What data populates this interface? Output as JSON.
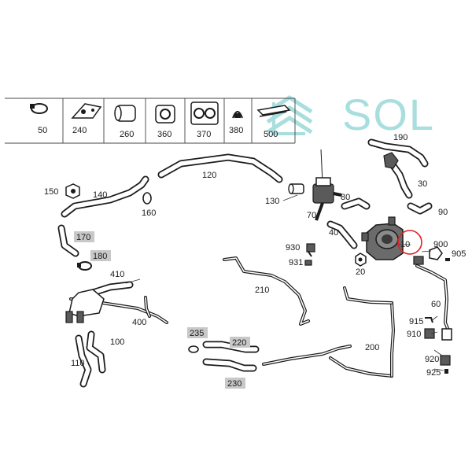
{
  "logo": {
    "text": "SOL"
  },
  "legend": {
    "items": [
      {
        "label": "50",
        "icon": "clamp-icon"
      },
      {
        "label": "240",
        "icon": "bracket-icon"
      },
      {
        "label": "260",
        "icon": "sleeve-icon"
      },
      {
        "label": "360",
        "icon": "grommet-icon"
      },
      {
        "label": "370",
        "icon": "holder-block-icon"
      },
      {
        "label": "380",
        "icon": "spring-clip-icon"
      },
      {
        "label": "500",
        "icon": "tie-strap-icon"
      }
    ]
  },
  "callouts": {
    "c10": "10",
    "c20": "20",
    "c30": "30",
    "c40": "40",
    "c60": "60",
    "c70": "70",
    "c80": "80",
    "c90": "90",
    "c100": "100",
    "c110": "110",
    "c120": "120",
    "c130": "130",
    "c140": "140",
    "c150": "150",
    "c160": "160",
    "c170": "170",
    "c180": "180",
    "c190": "190",
    "c200": "200",
    "c210": "210",
    "c220": "220",
    "c230": "230",
    "c235": "235",
    "c400": "400",
    "c410": "410",
    "c900": "900",
    "c905": "905",
    "c910": "910",
    "c915": "915",
    "c920": "920",
    "c925": "925",
    "c930": "930",
    "c931": "931"
  },
  "highlight": {
    "callout": "10",
    "color": "#e02020"
  },
  "colors": {
    "logo": "#a9dede",
    "label_box": "#c8c8c8"
  }
}
